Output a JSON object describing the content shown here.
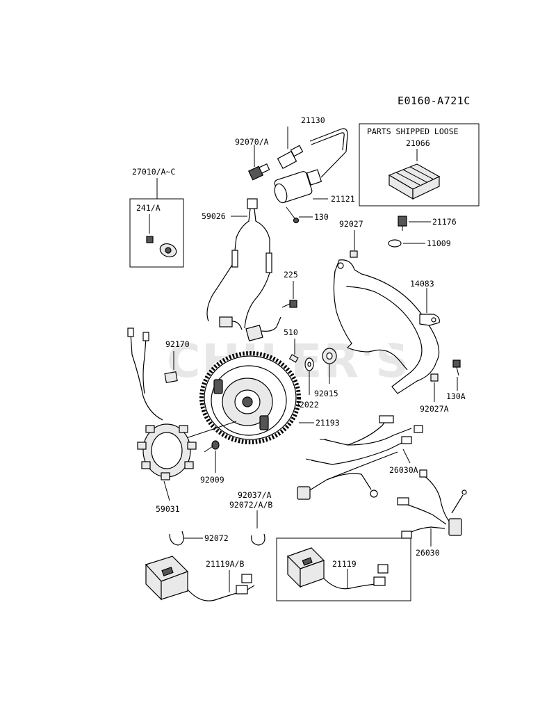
{
  "diagram_code": "E0160-A721C",
  "watermark": "CHILER'S",
  "labels": {
    "p21130": "21130",
    "p92070": "92070/A",
    "p27010": "27010/A~C",
    "p241": "241/A",
    "p21121": "21121",
    "p59026": "59026",
    "p130": "130",
    "loose_box_title": "PARTS SHIPPED LOOSE",
    "p21066": "21066",
    "p21176": "21176",
    "p92027": "92027",
    "p11009": "11009",
    "p225": "225",
    "p14083": "14083",
    "p92170": "92170",
    "p510": "510",
    "p130A": "130A",
    "p92015": "92015",
    "p92022": "92022",
    "p92027A": "92027A",
    "p21193": "21193",
    "p26030A": "26030A",
    "p92009": "92009",
    "p59031": "59031",
    "p92037": "92037/A",
    "p92072AB": "92072/A/B",
    "p92072": "92072",
    "p21119AB": "21119A/B",
    "p21119": "21119",
    "p26030": "26030"
  }
}
